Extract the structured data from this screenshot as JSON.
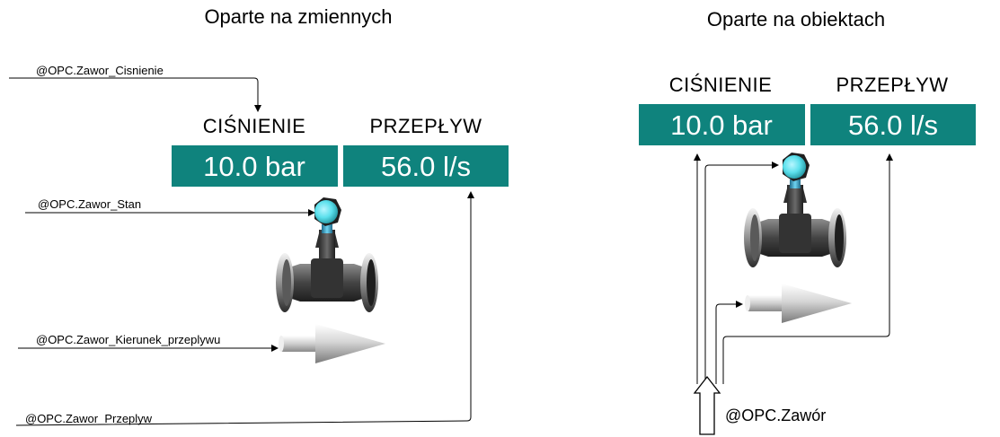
{
  "colors": {
    "display_bg": "#0f837d",
    "display_text": "#ffffff",
    "valve_cap": "#5be0ec",
    "valve_body": "#3a3a3a",
    "arrow_fill": "#d9d9d9"
  },
  "variables_panel": {
    "title": "Oparte na zmiennych",
    "pressure_header": "CIŚNIENIE",
    "flow_header": "PRZEPŁYW",
    "pressure_value": "10.0 bar",
    "flow_value": "56.0 l/s",
    "tag_pressure": "@OPC.Zawor_Cisnienie",
    "tag_state": "@OPC.Zawor_Stan",
    "tag_direction": "@OPC.Zawor_Kierunek_przeplywu",
    "tag_flow": "@OPC.Zawor_Przeplyw"
  },
  "objects_panel": {
    "title": "Oparte na obiektach",
    "pressure_header": "CIŚNIENIE",
    "flow_header": "PRZEPŁYW",
    "pressure_value": "10.0 bar",
    "flow_value": "56.0 l/s",
    "tag_object": "@OPC.Zawór"
  }
}
